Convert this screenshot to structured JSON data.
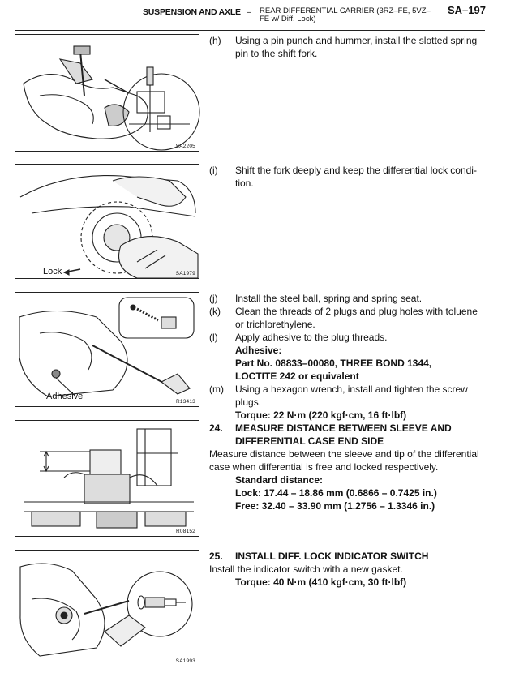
{
  "header": {
    "section": "SUSPENSION AND AXLE",
    "dash": "–",
    "subtitle": "REAR DIFFERENTIAL CARRIER (3RZ–FE, 5VZ–FE w/ Diff. Lock)",
    "page": "SA–197"
  },
  "figures": [
    {
      "code": "SA2205",
      "icon": "pin-punch-illustration"
    },
    {
      "code": "SA1979",
      "label": "Lock",
      "icon": "shift-fork-illustration"
    },
    {
      "code": "R13413",
      "label": "Adhesive",
      "icon": "plug-hexagon-wrench-illustration"
    },
    {
      "code": "R08152",
      "icon": "sleeve-measurement-illustration"
    },
    {
      "code": "SA1993",
      "icon": "indicator-switch-illustration"
    }
  ],
  "steps": {
    "h": {
      "label": "(h)",
      "text": "Using a pin punch and hummer, install the slotted spring pin to the shift fork."
    },
    "i": {
      "label": "(i)",
      "text": "Shift the fork deeply and keep the differential lock condi-tion."
    },
    "j": {
      "label": "(j)",
      "text": "Install the steel ball, spring and spring seat."
    },
    "k": {
      "label": "(k)",
      "text": "Clean the threads of 2 plugs and plug holes with toluene or trichlorethylene."
    },
    "l": {
      "label": "(l)",
      "text": "Apply adhesive to the plug threads.",
      "adhesive_heading": "Adhesive:",
      "adhesive_part": "Part No. 08833–00080, THREE BOND 1344,",
      "adhesive_part2": "LOCTITE 242 or equivalent"
    },
    "m": {
      "label": "(m)",
      "text": "Using a hexagon wrench, install and tighten the screw plugs.",
      "torque": "Torque: 22 N·m (220 kgf·cm, 16 ft·lbf)"
    }
  },
  "section24": {
    "number": "24.",
    "title_line1": "MEASURE DISTANCE BETWEEN SLEEVE AND",
    "title_line2": "DIFFERENTIAL CASE END SIDE",
    "body": "Measure distance between the sleeve and tip of the differential case when differential is free and locked respectively.",
    "std_heading": "Standard distance:",
    "lock": "Lock: 17.44 – 18.86 mm (0.6866 – 0.7425 in.)",
    "free": "Free: 32.40 – 33.90 mm (1.2756 – 1.3346 in.)"
  },
  "section25": {
    "number": "25.",
    "title": "INSTALL DIFF. LOCK INDICATOR SWITCH",
    "body": "Install the indicator switch with a new gasket.",
    "torque": "Torque: 40 N·m (410 kgf·cm, 30 ft·lbf)"
  }
}
